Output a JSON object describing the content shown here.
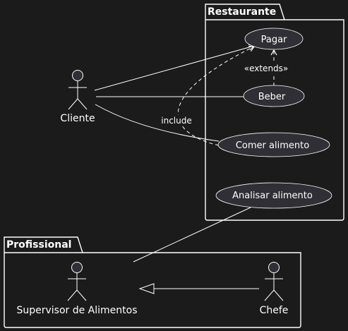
{
  "packages": {
    "restaurante": {
      "title": "Restaurante"
    },
    "profissional": {
      "title": "Profissional"
    }
  },
  "actors": {
    "cliente": {
      "label": "Cliente"
    },
    "supervisor": {
      "label": "Supervisor de Alimentos"
    },
    "chefe": {
      "label": "Chefe"
    }
  },
  "use_cases": {
    "pagar": {
      "label": "Pagar"
    },
    "beber": {
      "label": "Beber"
    },
    "comer": {
      "label": "Comer alimento"
    },
    "analisar": {
      "label": "Analisar alimento"
    }
  },
  "relations": {
    "extends_label": "«extends»",
    "include_label": "include"
  },
  "colors": {
    "background": "#1b1b1b",
    "stroke": "#ffffff",
    "usecase_fill": "#2f2f35",
    "text": "#ffffff"
  }
}
